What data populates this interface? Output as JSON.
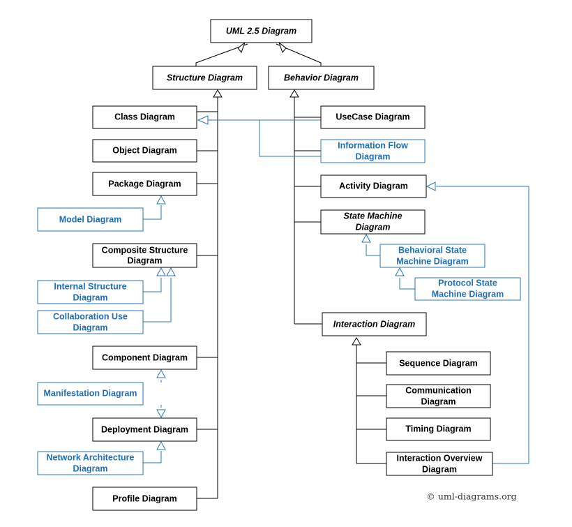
{
  "diagram": {
    "root": "UML 2.5 Diagram",
    "structure": "Structure Diagram",
    "behavior": "Behavior Diagram",
    "class": "Class Diagram",
    "object": "Object Diagram",
    "package": "Package Diagram",
    "model": "Model Diagram",
    "composite": [
      "Composite Structure",
      "Diagram"
    ],
    "internal": [
      "Internal Structure",
      "Diagram"
    ],
    "collaboration": [
      "Collaboration Use",
      "Diagram"
    ],
    "component": "Component Diagram",
    "manifestation": "Manifestation Diagram",
    "deployment": "Deployment Diagram",
    "network": [
      "Network Architecture",
      "Diagram"
    ],
    "profile": "Profile Diagram",
    "usecase": "UseCase Diagram",
    "infoflow": [
      "Information Flow",
      "Diagram"
    ],
    "activity": "Activity Diagram",
    "statemachine": [
      "State Machine",
      "Diagram"
    ],
    "behavioral_sm": [
      "Behavioral State",
      "Machine Diagram"
    ],
    "protocol_sm": [
      "Protocol State",
      "Machine Diagram"
    ],
    "interaction": "Interaction Diagram",
    "sequence": "Sequence Diagram",
    "communication": [
      "Communication",
      "Diagram"
    ],
    "timing": "Timing Diagram",
    "interaction_overview": [
      "Interaction Overview",
      "Diagram"
    ]
  },
  "credit": "© uml-diagrams.org",
  "colors": {
    "blue": "#2e75b6",
    "black": "#000000"
  }
}
